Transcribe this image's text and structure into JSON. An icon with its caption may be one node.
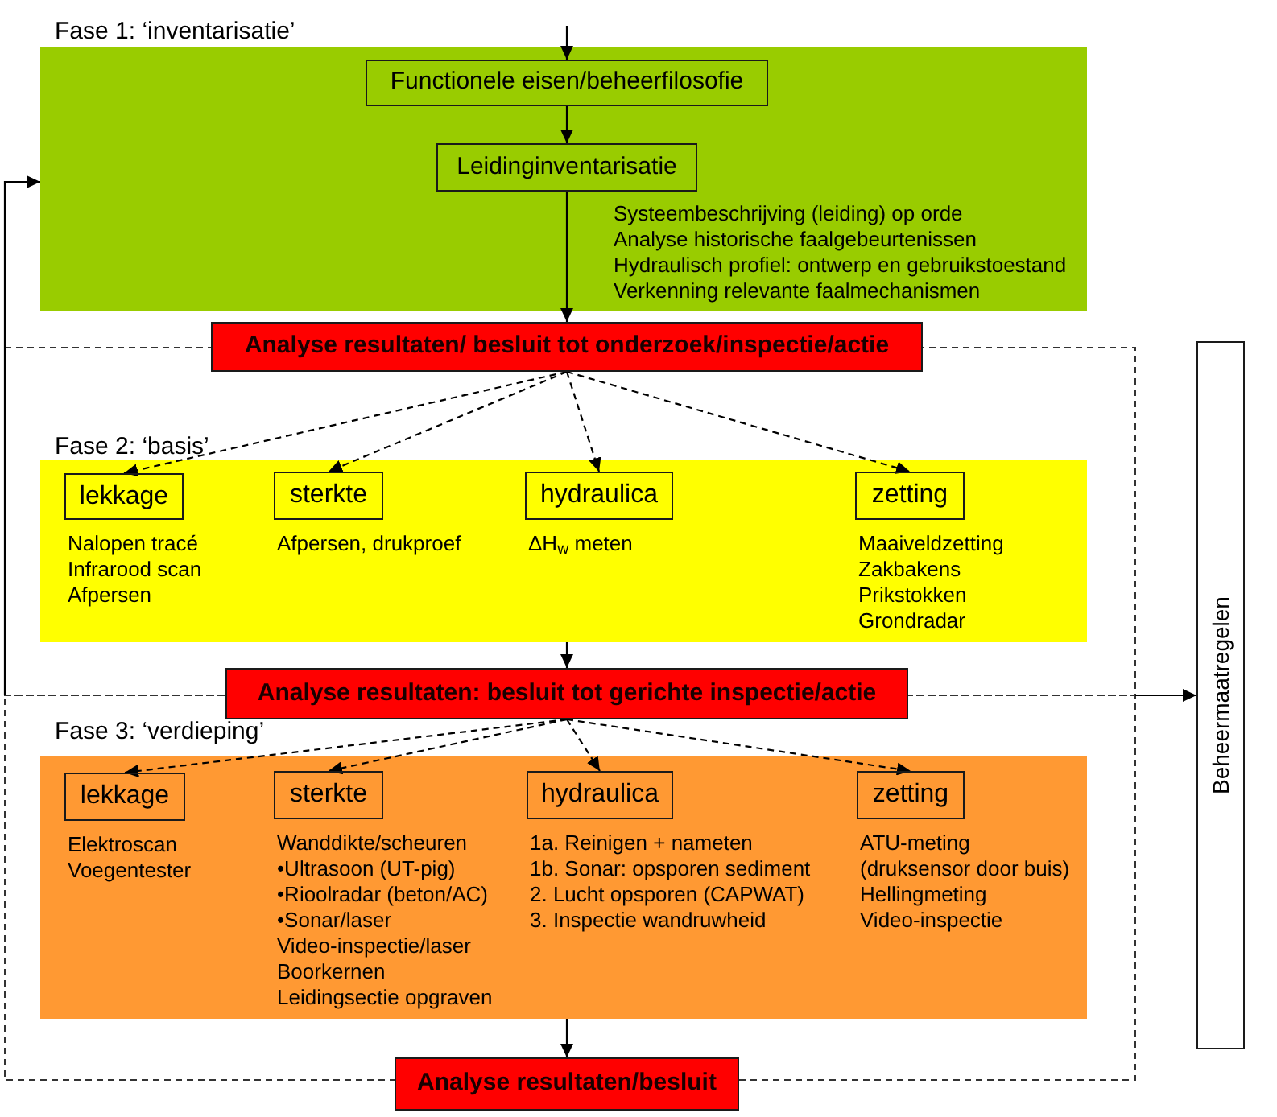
{
  "diagram": {
    "nodes": [
      {
        "text": [
          "Fase 1: ‘inventarisatie’",
          "Systeembeschrijving (leiding) op orde",
          "Analyse historische faalgebeurtenissen",
          "Hydraulisch profiel: ontwerp en gebruikstoestand",
          "Verkenning relevante faalmechanismen"
        ]
      },
      {
        "text": [
          "Functionele eisen/beheerfilosofie"
        ],
        "in": 0
      },
      {
        "text": [
          "Leidinginventarisatie"
        ],
        "in": 0
      },
      {
        "text": [
          "Analyse resultaten/ besluit tot onderzoek/inspectie/actie"
        ]
      },
      {
        "text": [
          "Fase 2: ‘basis’"
        ]
      },
      {
        "text": [
          "lekkage"
        ],
        "in": 4,
        "beside": [
          "Nalopen tracé",
          "Infrarood scan",
          "Afpersen"
        ]
      },
      {
        "text": [
          "sterkte"
        ],
        "in": 4,
        "beside": [
          "Afpersen, drukproef"
        ]
      },
      {
        "text": [
          "hydraulica"
        ],
        "in": 4,
        "beside": [
          "ΔH$_{w}$ meten"
        ]
      },
      {
        "text": [
          "zetting"
        ],
        "in": 4,
        "beside": [
          "Maaiveldzetting",
          "Zakbakens",
          "Prikstokken",
          "Grondradar"
        ]
      },
      {
        "text": [
          "Analyse resultaten: besluit tot gerichte inspectie/actie"
        ]
      },
      {
        "text": [
          "Fase 3: ‘verdieping’"
        ]
      },
      {
        "text": [
          "lekkage"
        ],
        "in": 10,
        "beside": [
          "Elektroscan",
          "Voegentester"
        ]
      },
      {
        "text": [
          "sterkte"
        ],
        "in": 10,
        "beside": [
          "Wanddikte/scheuren",
          "•Ultrasoon (UT-pig)",
          "•Rioolradar (beton/AC)",
          "•Sonar/laser",
          "Video-inspectie/laser",
          "Boorkernen",
          "Leidingsectie opgraven"
        ]
      },
      {
        "text": [
          "hydraulica"
        ],
        "in": 10,
        "beside": [
          "1a. Reinigen + nameten",
          "1b. Sonar: opsporen sediment",
          "2. Lucht opsporen (CAPWAT)",
          "3. Inspectie wandruwheid"
        ]
      },
      {
        "text": [
          "zetting"
        ],
        "in": 10,
        "beside": [
          "ATU-meting",
          "(druksensor door buis)",
          "Hellingmeting",
          "Video-inspectie"
        ]
      },
      {
        "text": [
          "Analyse resultaten/besluit"
        ]
      },
      {
        "text": [
          "Beheermaatregelen"
        ]
      }
    ],
    "edges": [
      {
        "from": null,
        "to": 1,
        "arrow": "to"
      },
      {
        "from": 1,
        "to": 2,
        "arrow": "to"
      },
      {
        "from": 2,
        "to": 3,
        "arrow": "to"
      },
      {
        "from": 3,
        "to": 5,
        "arrow": "to",
        "style": "dashed"
      },
      {
        "from": 3,
        "to": 6,
        "arrow": "to",
        "style": "dashed"
      },
      {
        "from": 3,
        "to": 7,
        "arrow": "to",
        "style": "dashed"
      },
      {
        "from": 3,
        "to": 8,
        "arrow": "to",
        "style": "dashed"
      },
      {
        "from": 4,
        "to": 9,
        "arrow": "to"
      },
      {
        "from": 9,
        "to": 11,
        "arrow": "to",
        "style": "dashed"
      },
      {
        "from": 9,
        "to": 12,
        "arrow": "to",
        "style": "dashed"
      },
      {
        "from": 9,
        "to": 13,
        "arrow": "to",
        "style": "dashed"
      },
      {
        "from": 9,
        "to": 14,
        "arrow": "to",
        "style": "dashed"
      },
      {
        "from": 10,
        "to": 15,
        "arrow": "to"
      },
      {
        "from": null,
        "to": 0,
        "arrow": "to"
      },
      {
        "from": null,
        "to": 16,
        "arrow": "to"
      }
    ]
  }
}
